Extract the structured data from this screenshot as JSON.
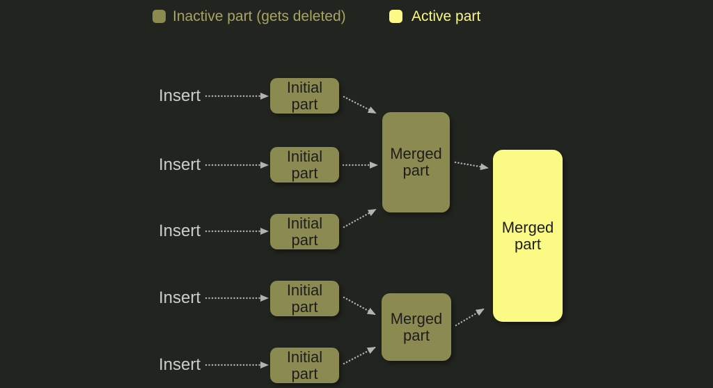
{
  "legend": {
    "inactive": {
      "label": "Inactive part (gets deleted)"
    },
    "active": {
      "label": "Active part"
    }
  },
  "inserts": [
    "Insert",
    "Insert",
    "Insert",
    "Insert",
    "Insert"
  ],
  "diagram": {
    "nodes": [
      {
        "id": "initial-part-1",
        "label": "Initial part",
        "state": "inactive"
      },
      {
        "id": "initial-part-2",
        "label": "Initial part",
        "state": "inactive"
      },
      {
        "id": "initial-part-3",
        "label": "Initial part",
        "state": "inactive"
      },
      {
        "id": "initial-part-4",
        "label": "Initial part",
        "state": "inactive"
      },
      {
        "id": "initial-part-5",
        "label": "Initial part",
        "state": "inactive"
      },
      {
        "id": "merged-part-1",
        "label": "Merged part",
        "state": "inactive"
      },
      {
        "id": "merged-part-2",
        "label": "Merged part",
        "state": "inactive"
      },
      {
        "id": "merged-part-final",
        "label": "Merged part",
        "state": "active"
      }
    ],
    "edges": [
      {
        "from": "insert-1",
        "to": "initial-part-1"
      },
      {
        "from": "insert-2",
        "to": "initial-part-2"
      },
      {
        "from": "insert-3",
        "to": "initial-part-3"
      },
      {
        "from": "insert-4",
        "to": "initial-part-4"
      },
      {
        "from": "insert-5",
        "to": "initial-part-5"
      },
      {
        "from": "initial-part-1",
        "to": "merged-part-1"
      },
      {
        "from": "initial-part-2",
        "to": "merged-part-1"
      },
      {
        "from": "initial-part-3",
        "to": "merged-part-1"
      },
      {
        "from": "initial-part-4",
        "to": "merged-part-2"
      },
      {
        "from": "initial-part-5",
        "to": "merged-part-2"
      },
      {
        "from": "merged-part-1",
        "to": "merged-part-final"
      },
      {
        "from": "merged-part-2",
        "to": "merged-part-final"
      }
    ]
  },
  "colors": {
    "background": "#22241f",
    "inactive_box": "#8b8b51",
    "active_box": "#fafa85",
    "box_text": "#1d1d1d",
    "insert_text": "#cdcdcd",
    "legend_inactive_text": "#a6a65f",
    "legend_active_text": "#f8f880",
    "arrow": "#b3b3b3"
  }
}
